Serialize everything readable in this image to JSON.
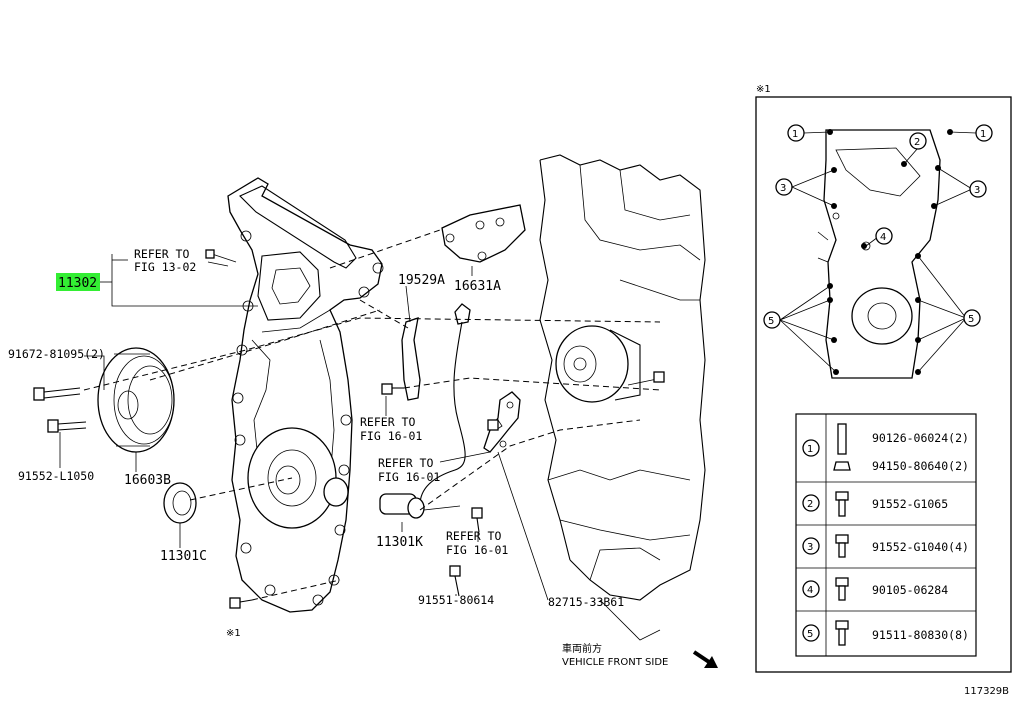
{
  "callouts": {
    "highlighted_part": "11302",
    "refer_13_02_a": "REFER TO",
    "refer_13_02_b": "FIG 13-02",
    "p19529A": "19529A",
    "p16631A": "16631A",
    "p91672": "91672-81095(2)",
    "p91552L": "91552-L1050",
    "p16603B": "16603B",
    "p11301C": "11301C",
    "refer_16_01_1a": "REFER TO",
    "refer_16_01_1b": "FIG 16-01",
    "refer_16_01_2a": "REFER TO",
    "refer_16_01_2b": "FIG 16-01",
    "refer_16_01_3a": "REFER TO",
    "refer_16_01_3b": "FIG 16-01",
    "p11301K": "11301K",
    "p91551": "91551-80614",
    "p82715": "82715-33B61",
    "note_mark_bottom": "※1"
  },
  "vehicle_front": {
    "jp": "車両前方",
    "en": "VEHICLE FRONT SIDE"
  },
  "inset": {
    "note_mark": "※1",
    "numbers": [
      "1",
      "2",
      "3",
      "4",
      "5"
    ]
  },
  "legend": {
    "rows": [
      {
        "num": "1",
        "parts": [
          "90126-06024(2)",
          "94150-80640(2)"
        ]
      },
      {
        "num": "2",
        "parts": [
          "91552-G1065"
        ]
      },
      {
        "num": "3",
        "parts": [
          "91552-G1040(4)"
        ]
      },
      {
        "num": "4",
        "parts": [
          "90105-06284"
        ]
      },
      {
        "num": "5",
        "parts": [
          "91511-80830(8)"
        ]
      }
    ]
  },
  "figure_id": "117329B"
}
